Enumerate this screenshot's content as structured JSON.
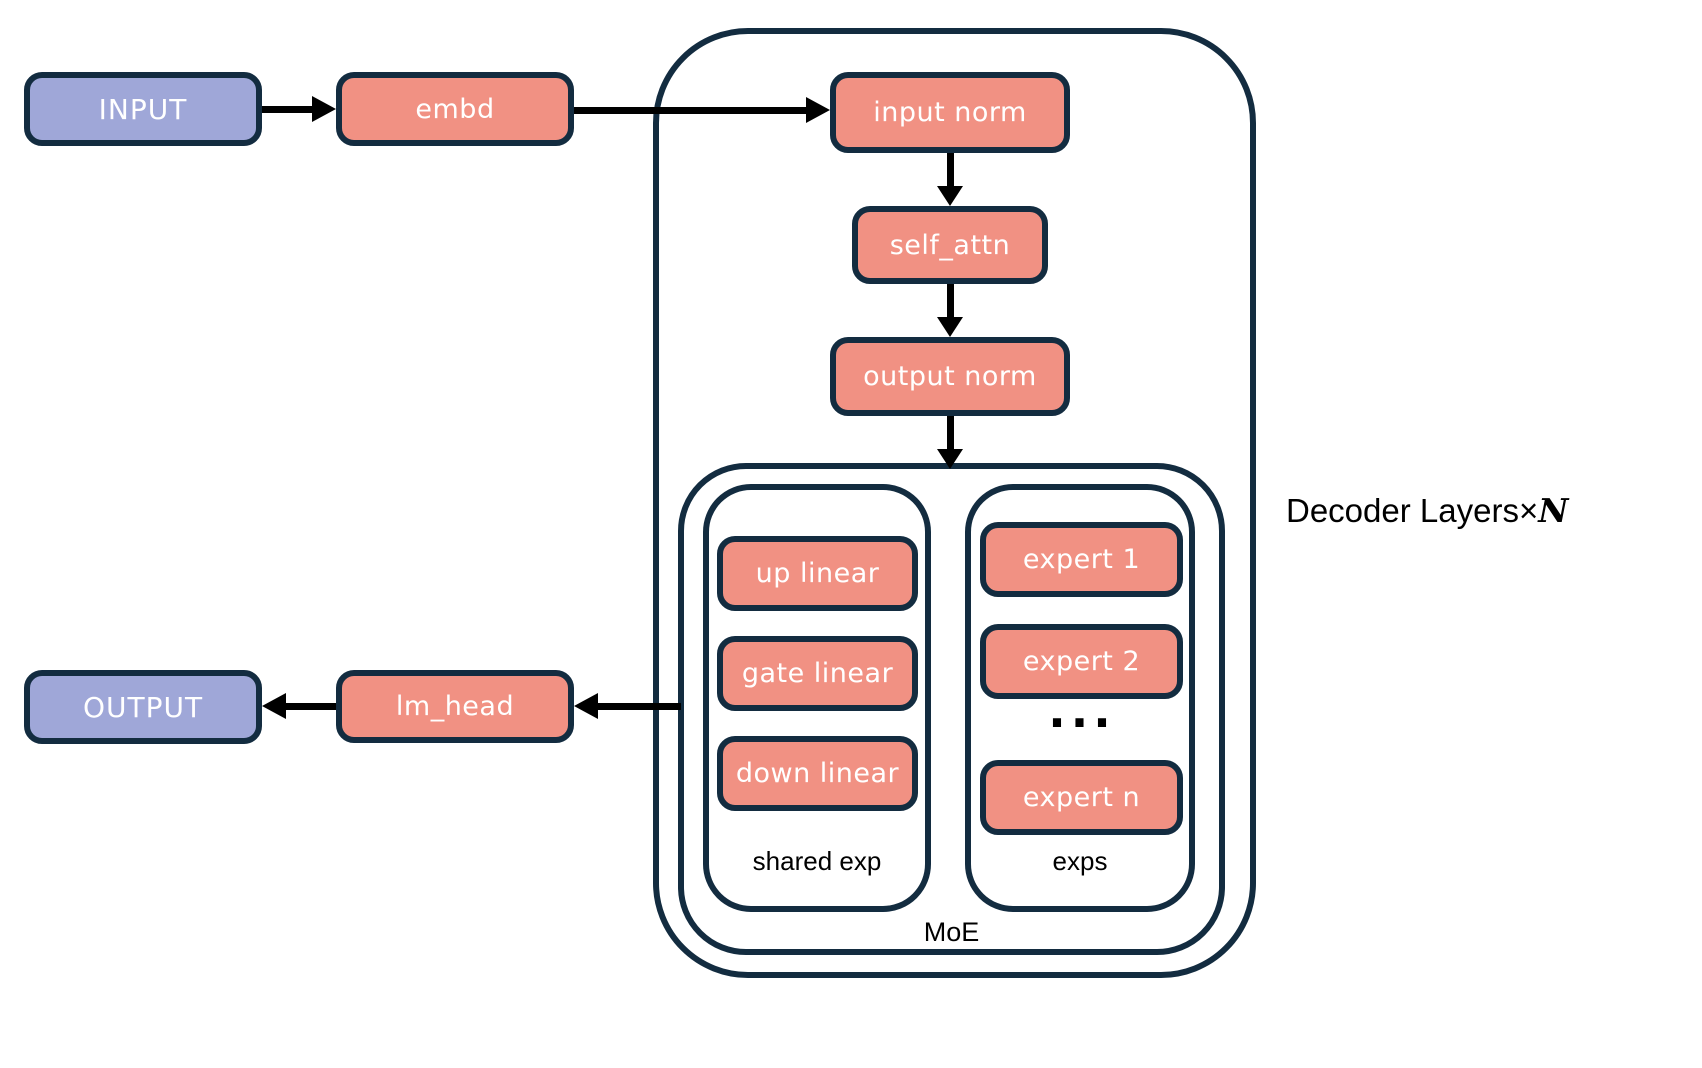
{
  "colors": {
    "navy": "#132c40",
    "salmon": "#f19183",
    "purple": "#9fa7d8",
    "arrow": "#000000",
    "text_light": "#ffffff",
    "text_dark": "#000000"
  },
  "nodes": {
    "input": "INPUT",
    "embd": "embd",
    "input_norm": "input norm",
    "self_attn": "self_attn",
    "output_norm": "output norm",
    "up_linear": "up linear",
    "gate_linear": "gate linear",
    "down_linear": "down linear",
    "expert_1": "expert 1",
    "expert_2": "expert 2",
    "expert_ellipsis": "...",
    "expert_n": "expert n",
    "lm_head": "lm_head",
    "output": "OUTPUT"
  },
  "labels": {
    "shared_exp": "shared exp",
    "exps": "exps",
    "moe": "MoE",
    "decoder_layers": "Decoder Layers",
    "times": "×",
    "n": "N"
  }
}
